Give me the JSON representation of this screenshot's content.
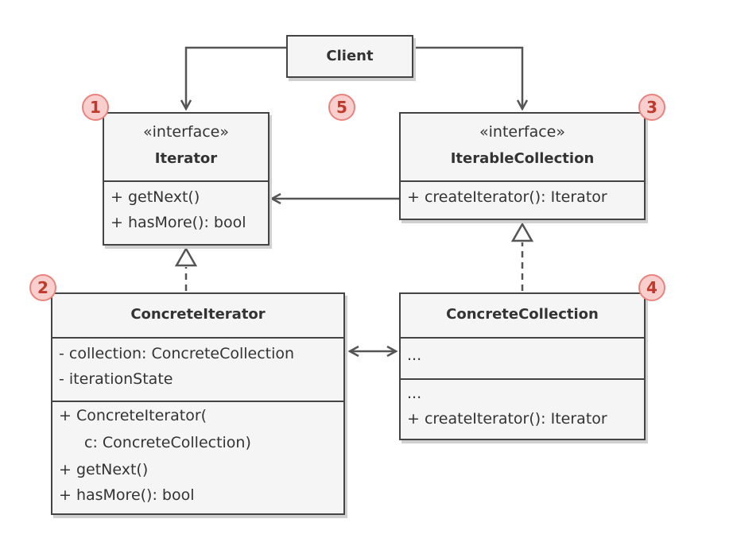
{
  "client": {
    "label": "Client"
  },
  "iterator": {
    "stereotype": "«interface»",
    "name": "Iterator",
    "methods": [
      "+ getNext()",
      "+ hasMore(): bool"
    ]
  },
  "iterable_collection": {
    "stereotype": "«interface»",
    "name": "IterableCollection",
    "methods": [
      "+ createIterator(): Iterator"
    ]
  },
  "concrete_iterator": {
    "name": "ConcreteIterator",
    "fields": [
      "- collection: ConcreteCollection",
      "- iterationState"
    ],
    "methods": [
      "+ ConcreteIterator(",
      "c: ConcreteCollection)",
      "+ getNext()",
      "+ hasMore(): bool"
    ]
  },
  "concrete_collection": {
    "name": "ConcreteCollection",
    "fields": [
      "..."
    ],
    "methods": [
      "...",
      "+ createIterator(): Iterator"
    ]
  },
  "badges": [
    "1",
    "2",
    "3",
    "4",
    "5"
  ],
  "colors": {
    "border": "#444444",
    "box_fill": "#f5f5f5",
    "badge_fill": "#f8cfcc",
    "badge_text": "#c0392b",
    "badge_border": "#e9837d"
  }
}
